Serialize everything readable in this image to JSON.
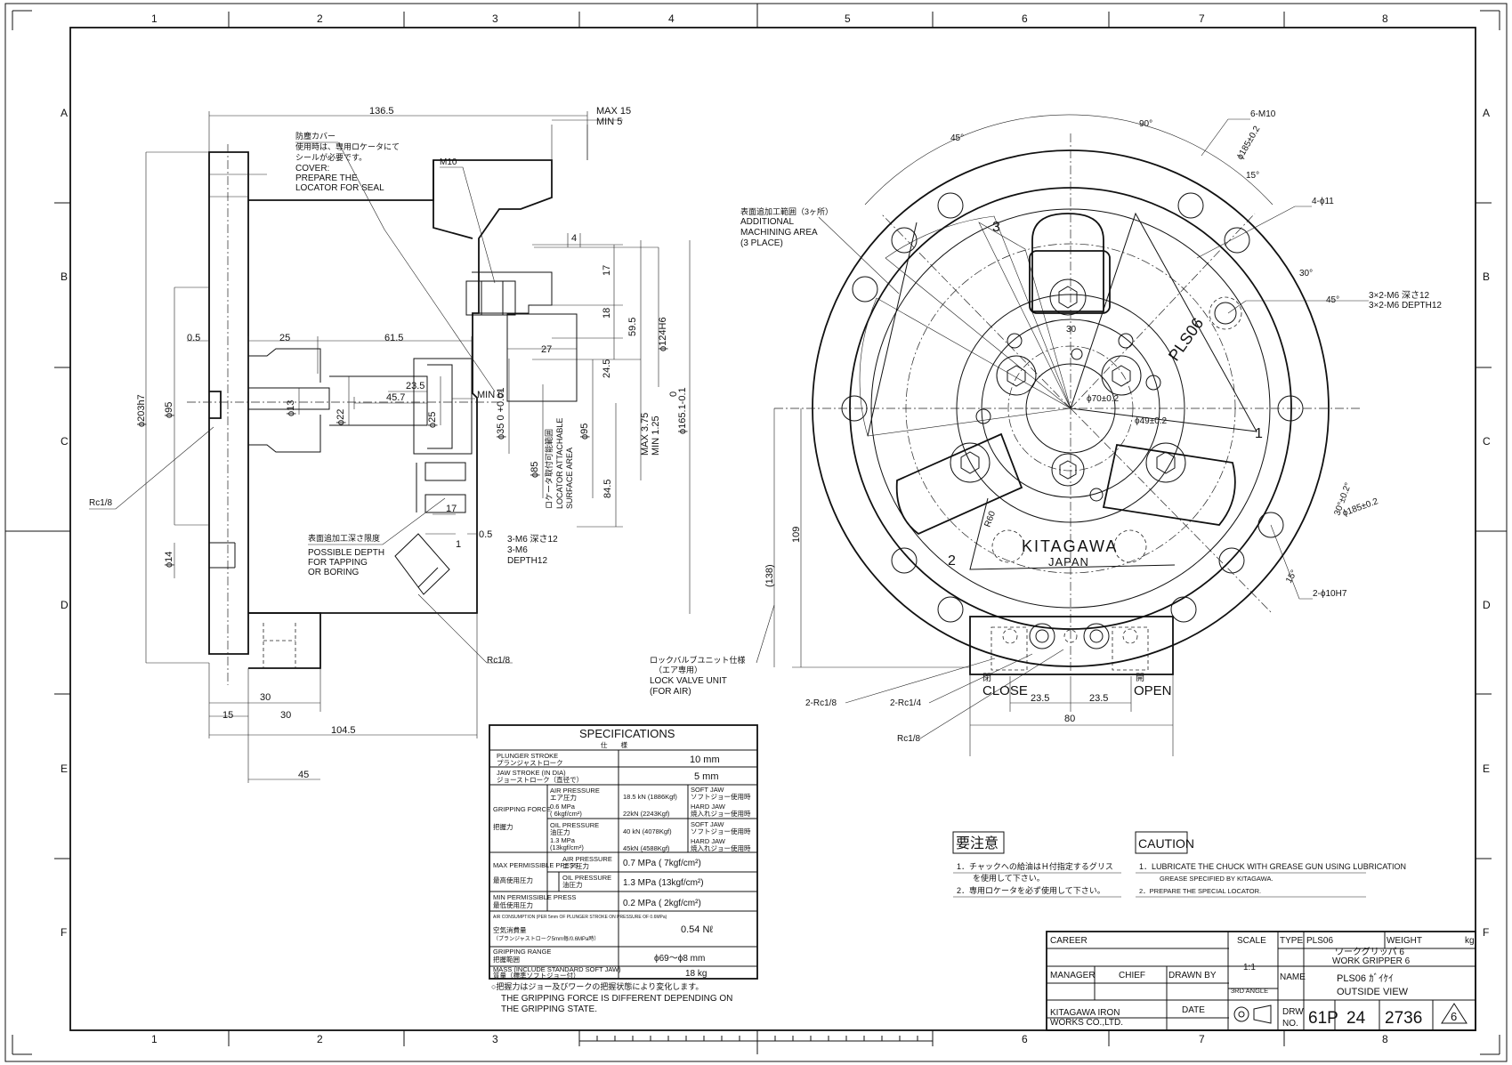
{
  "grid": {
    "columns": [
      "1",
      "2",
      "3",
      "4",
      "5",
      "6",
      "7",
      "8"
    ],
    "rows": [
      "A",
      "B",
      "C",
      "D",
      "E",
      "F"
    ]
  },
  "side_view": {
    "dims": {
      "overall_len": "136.5",
      "max_min_top": "MAX 15",
      "max_min_bot": "MIN 5",
      "d4": "4",
      "d17": "17",
      "d18": "18",
      "d27": "27",
      "d24_5": "24.5",
      "d59_5": "59.5",
      "phi124": "ϕ124H6",
      "phi165": "ϕ165.1-0.1",
      "zero": "0",
      "d0_5a": "0.5",
      "d25": "25",
      "d61_5": "61.5",
      "d23_5": "23.5",
      "d45_7": "45.7",
      "min6": "MIN 6",
      "phi13": "ϕ13",
      "phi22": "ϕ22",
      "phi25": "ϕ25",
      "phi35": "ϕ35 0 +0.01",
      "phi85": "ϕ85",
      "phi95r": "ϕ95",
      "phi95l": "ϕ95",
      "phi203": "ϕ203h7",
      "max375": "MAX 3.75",
      "min125": "MIN 1.25",
      "d84_5": "84.5",
      "d17b": "17",
      "d0_5b": "0.5",
      "d1": "1",
      "phi14": "ϕ14",
      "d30a": "30",
      "d15": "15",
      "d30b": "30",
      "d104_5": "104.5",
      "d45": "45"
    },
    "notes": {
      "cover_jp1": "防塵カバー",
      "cover_jp2": "使用時は、専用ロケータにて",
      "cover_jp3": "シールが必要です。",
      "cover_en1": "COVER:",
      "cover_en2": "PREPARE THE",
      "cover_en3": "LOCATOR FOR SEAL",
      "m10": "M10",
      "rc18_left": "Rc1/8",
      "rc18_bottom": "Rc1/8",
      "depth_jp": "表面追加工深さ限度",
      "depth_en1": "POSSIBLE DEPTH",
      "depth_en2": "FOR TAPPING",
      "depth_en3": "OR BORING",
      "m6_jp": "3-M6 深さ12",
      "m6_en1": "3-M6",
      "m6_en2": "DEPTH12",
      "locator_jp": "ロケータ取付可能範囲",
      "locator_en1": "LOCATOR ATTACHABLE",
      "locator_en2": "SURFACE AREA"
    }
  },
  "front_view": {
    "labels": {
      "m10_6": "6-M10",
      "phi185a": "ϕ185±0.2",
      "phi11": "4-ϕ11",
      "m6_12_jp": "3×2-M6 深さ12",
      "m6_12_en": "3×2-M6 DEPTH12",
      "add_jp": "表面追加工範囲（3ヶ所）",
      "add_en1": "ADDITIONAL",
      "add_en2": "MACHINING AREA",
      "add_en3": "(3 PLACE)",
      "ang45a": "45°",
      "ang90": "90°",
      "ang15a": "15°",
      "ang30": "30°",
      "ang45b": "45°",
      "d30": "30",
      "phi70": "ϕ70±0.2",
      "phi49": "ϕ49±0.2",
      "ang30b": "30°±0.2°",
      "phi185b": "ϕ185±0.2",
      "ang15b": "15°",
      "phi10": "2-ϕ10H7",
      "r60": "R60",
      "brand": "KITAGAWA",
      "country": "JAPAN",
      "model": "PLS06",
      "jaw1": "1",
      "jaw2": "2",
      "jaw3": "3",
      "d109": "109",
      "d138": "(138)",
      "lock_jp": "ロックバルブユニット仕様",
      "lock_jp2": "（エア専用）",
      "lock_en1": "LOCK VALVE UNIT",
      "lock_en2": "(FOR AIR)",
      "rc18a": "2-Rc1/8",
      "rc14": "2-Rc1/4",
      "rc18b": "Rc1/8",
      "close_jp": "閉",
      "close_en": "CLOSE",
      "open_jp": "開",
      "open_en": "OPEN",
      "d23_5a": "23.5",
      "d23_5b": "23.5",
      "d80": "80"
    }
  },
  "specifications": {
    "title": "SPECIFICATIONS",
    "title_jp": "仕　　様",
    "rows": [
      {
        "label": "PLUNGER STROKE",
        "label_jp": "プランジャストローク",
        "value": "10  mm"
      },
      {
        "label": "JAW STROKE (IN DIA)",
        "label_jp": "ジョーストローク（直径で）",
        "value": "5  mm"
      }
    ],
    "gripping": {
      "label": "GRIPPING FORCE",
      "label_jp": "把握力",
      "air_label": "AIR PRESSURE",
      "air_jp": "エア圧力",
      "air_val": "0.6 MPa",
      "air_val2": "( 6kgf/cm²)",
      "oil_label": "OIL PRESSURE",
      "oil_jp": "油圧力",
      "oil_val": "1.3 MPa",
      "oil_val2": "(13kgf/cm²)",
      "f1": "18.5 kN (1886Kgf)",
      "f2": "22kN (2243Kgf)",
      "f3": "40 kN (4078Kgf)",
      "f4": "45kN (4588Kgf)",
      "soft": "SOFT JAW",
      "soft_jp": "ソフトジョー使用時",
      "hard": "HARD JAW",
      "hard_jp": "焼入れジョー使用時"
    },
    "max_press": {
      "label": "MAX PERMISSIBLE PRESS",
      "label_jp": "最高使用圧力",
      "air": "AIR PRESSURE",
      "air_jp": "エア圧力",
      "air_val": "0.7 MPa ( 7kgf/cm²)",
      "oil": "OIL PRESSURE",
      "oil_jp": "油圧力",
      "oil_val": "1.3 MPa (13kgf/cm²)"
    },
    "min_press": {
      "label": "MIN PERMISSIBLE PRESS",
      "label_jp": "最低使用圧力",
      "value": "0.2 MPa ( 2kgf/cm²)"
    },
    "air_consumption": {
      "label": "AIR CONSUMPTION (PER 5mm OF PLUNGER STROKE ON PRESSURE OF 0.6MPa)",
      "label_jp": "空気消費量",
      "label_jp2": "（プランジャストローク5mm毎/0.6MPa時）",
      "value": "0.54 Nℓ"
    },
    "gripping_range": {
      "label": "GRIPPING RANGE",
      "label_jp": "把握範囲",
      "value": "ϕ69～ϕ8 mm"
    },
    "mass": {
      "label": "MASS (INCLUDE STANDARD SOFT JAW)",
      "label_jp": "質量（標準ソフトジョー付）",
      "value": "18 kg"
    },
    "footnote_jp": "○把握力はジョー及びワークの把握状態により変化します。",
    "footnote_en1": "THE GRIPPING FORCE IS DIFFERENT DEPENDING ON",
    "footnote_en2": "THE GRIPPING STATE."
  },
  "notice_jp": {
    "title": "要注意",
    "item1": "1．チャックへの給油はＨ付指定するグリス",
    "item1b": "　　を使用して下さい。",
    "item2": "2．専用ロケータを必ず使用して下さい。"
  },
  "caution": {
    "title": "CAUTION",
    "item1": "1．LUBRICATE THE CHUCK WITH GREASE GUN USING LUBRICATION",
    "item1b": "GREASE SPECIFIED BY KITAGAWA.",
    "item2": "2．PREPARE THE SPECIAL LOCATOR."
  },
  "title_block": {
    "career": "CAREER",
    "scale_label": "SCALE",
    "scale": "1:1",
    "type_label": "TYPE",
    "type": "PLS06",
    "weight_label": "WEIGHT",
    "weight_unit": "kg",
    "name_jp": "ワークグリッパ 6",
    "name_en": "WORK GRIPPER 6",
    "manager": "MANAGER",
    "chief": "CHIEF",
    "drawn_by": "DRAWN BY",
    "name_label": "NAME",
    "name1": "PLS06 ｶﾞｲｹｲ",
    "name2": "OUTSIDE VIEW",
    "angle": "3RD ANGLE",
    "company1": "KITAGAWA IRON",
    "company2": "WORKS CO.,LTD.",
    "date": "DATE",
    "drw_label": "DRW",
    "no_label": "NO.",
    "drw1": "61P",
    "drw2": "24",
    "drw3": "2736",
    "rev": "6"
  }
}
